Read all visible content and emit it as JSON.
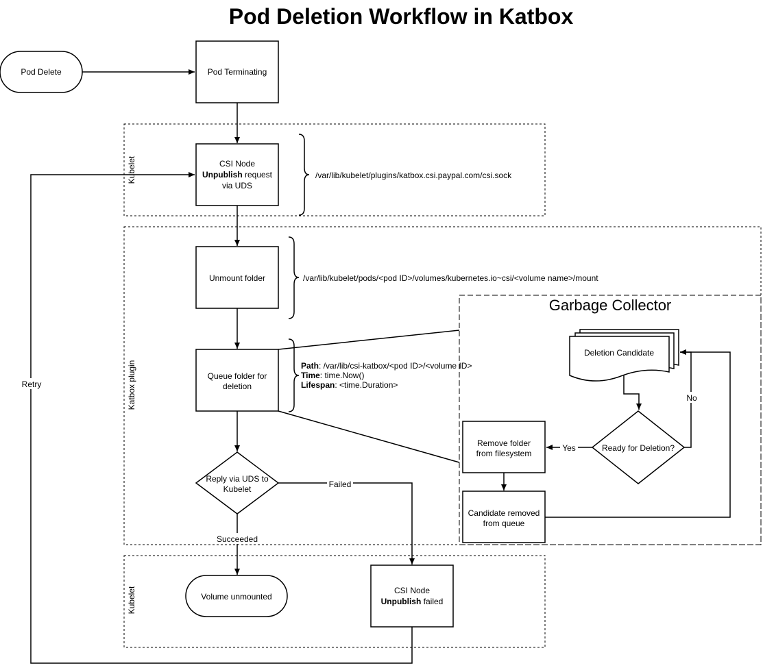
{
  "title": "Pod Deletion Workflow in Katbox",
  "regions": {
    "kubelet_top": "Kubelet",
    "katbox_plugin": "Katbox plugin",
    "kubelet_bottom": "Kubelet",
    "garbage_collector": "Garbage Collector"
  },
  "nodes": {
    "pod_delete": "Pod Delete",
    "pod_terminating": "Pod Terminating",
    "csi_unpublish": {
      "line1": "CSI Node",
      "line2_bold": "Unpublish",
      "line2_rest": " request",
      "line3": "via UDS"
    },
    "unmount_folder": "Unmount folder",
    "queue_folder": {
      "line1": "Queue folder for",
      "line2": "deletion"
    },
    "reply_uds": {
      "line1": "Reply via UDS to",
      "line2": "Kubelet"
    },
    "volume_unmounted": "Volume unmounted",
    "csi_failed": {
      "line1": "CSI Node",
      "line2_bold": "Unpublish",
      "line2_rest": " failed"
    },
    "deletion_candidate": "Deletion Candidate",
    "ready_for_deletion": "Ready for Deletion?",
    "remove_folder": {
      "line1": "Remove folder",
      "line2": "from filesystem"
    },
    "candidate_removed": {
      "line1": "Candidate removed",
      "line2": "from queue"
    }
  },
  "annotations": {
    "csi_sock_path": "/var/lib/kubelet/plugins/katbox.csi.paypal.com/csi.sock",
    "mount_path": "/var/lib/kubelet/pods/<pod ID>/volumes/kubernetes.io~csi/<volume name>/mount",
    "queue_path_label": "Path",
    "queue_path_value": ": /var/lib/csi-katbox/<pod ID>/<volume ID>",
    "queue_time_label": "Time",
    "queue_time_value": ": time.Now()",
    "queue_lifespan_label": "Lifespan",
    "queue_lifespan_value": ": <time.Duration>"
  },
  "edge_labels": {
    "retry": "Retry",
    "failed": "Failed",
    "succeeded": "Succeeded",
    "yes": "Yes",
    "no": "No"
  }
}
